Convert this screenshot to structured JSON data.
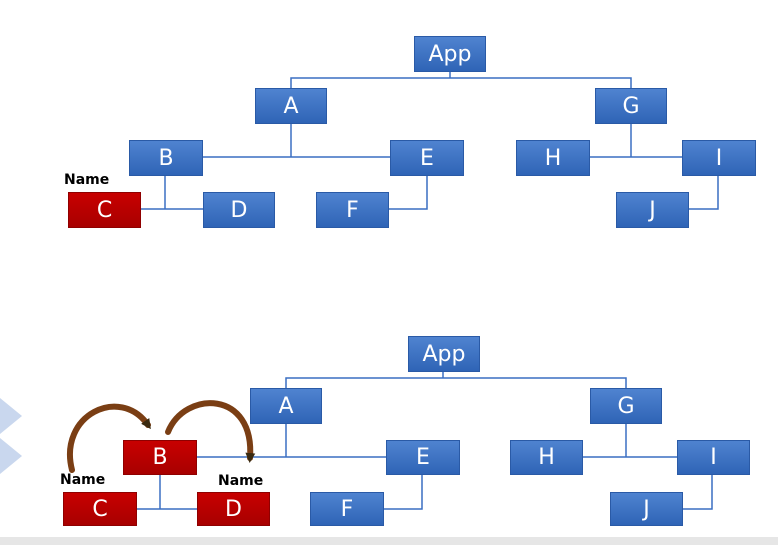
{
  "top_tree": {
    "root": "App",
    "left_branch": {
      "label": "A",
      "children": [
        "B",
        "E"
      ],
      "b_children": [
        "C",
        "D"
      ],
      "e_children": [
        "F"
      ]
    },
    "right_branch": {
      "label": "G",
      "children": [
        "H",
        "I"
      ],
      "i_children": [
        "J"
      ]
    },
    "highlight": {
      "node": "C",
      "tag": "Name"
    }
  },
  "bottom_tree": {
    "root": "App",
    "left_branch": {
      "label": "A",
      "children": [
        "B",
        "E"
      ],
      "b_children": [
        "C",
        "D"
      ],
      "e_children": [
        "F"
      ]
    },
    "right_branch": {
      "label": "G",
      "children": [
        "H",
        "I"
      ],
      "i_children": [
        "J"
      ]
    },
    "highlight": {
      "nodes": [
        "B",
        "C",
        "D"
      ],
      "tag_c": "Name",
      "tag_d": "Name"
    }
  },
  "colors": {
    "node": "#3a6fc2",
    "highlight": "#b80000",
    "line": "#3a6fc2",
    "arrow": "#7a3e14"
  }
}
